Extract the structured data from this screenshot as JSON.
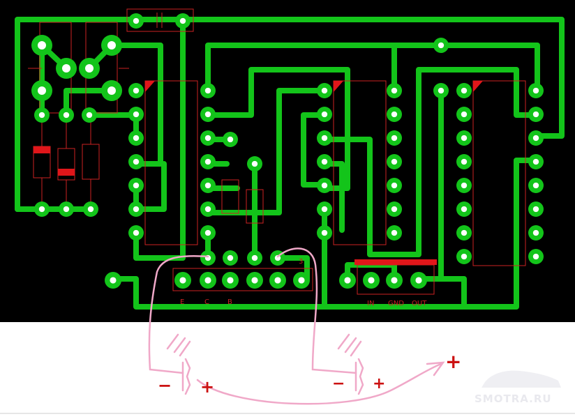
{
  "board": {
    "background": "#000000",
    "trace_color": "#13c41a",
    "silk_color": "#cc2222",
    "labels": {
      "transistor_e": "E",
      "transistor_c": "C",
      "transistor_b": "B",
      "pin_3": "3",
      "reg_in": "IN",
      "reg_gnd": "GND",
      "reg_out": "OUT"
    }
  },
  "annotations": {
    "wire_color": "#f0a8c8",
    "left_led": {
      "minus": "−",
      "plus": "+"
    },
    "right_led": {
      "minus": "−",
      "plus": "+"
    },
    "arrow_target": "+"
  },
  "watermark": "SMOTRA.RU"
}
